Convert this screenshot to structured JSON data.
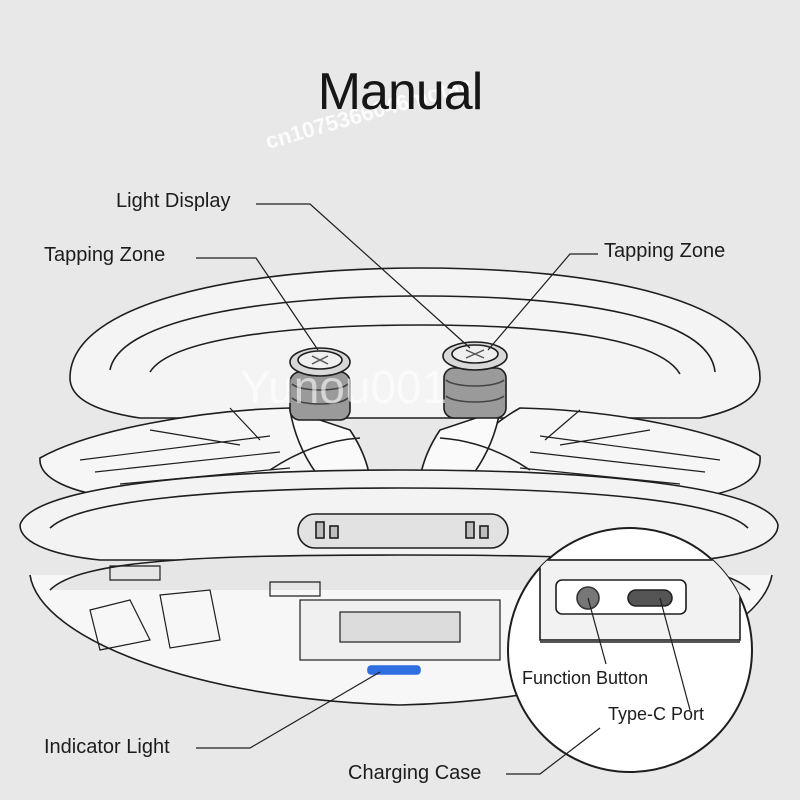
{
  "title": "Manual",
  "labels": {
    "light_display": "Light Display",
    "tapping_zone_left": "Tapping Zone",
    "tapping_zone_right": "Tapping Zone",
    "function_button": "Function Button",
    "type_c_port": "Type-C Port",
    "indicator_light": "Indicator Light",
    "charging_case": "Charging Case"
  },
  "watermarks": [
    "cn1075366046mqtae",
    "Yunou001"
  ],
  "colors": {
    "background": "#e8e8e8",
    "line": "#1e1e1e",
    "indicator": "#2f6fe0"
  }
}
